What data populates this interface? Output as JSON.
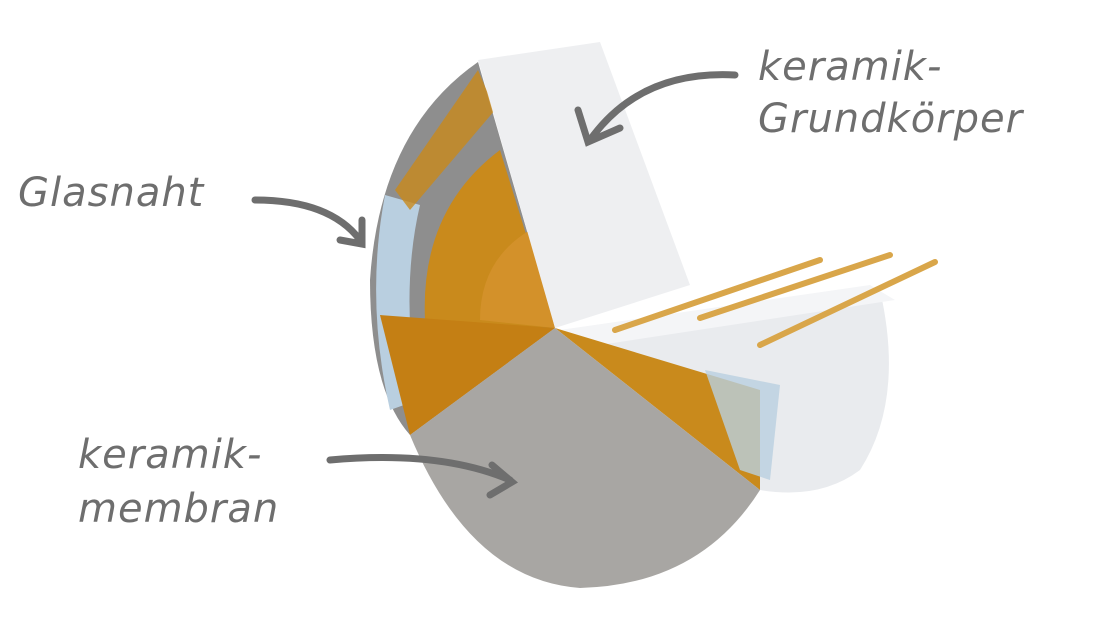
{
  "labels": {
    "base_line1": "keramik-",
    "base_line2": "Grundkörper",
    "seam": "Glasnaht",
    "membrane_line1": "keramik-",
    "membrane_line2": "membran"
  },
  "colors": {
    "label_text": "#6e6e6e",
    "ceramic_white": "#eeeff1",
    "membrane_grey": "#a8a6a3",
    "gold": "#c98a1c",
    "glass": "#b9cfe0"
  }
}
